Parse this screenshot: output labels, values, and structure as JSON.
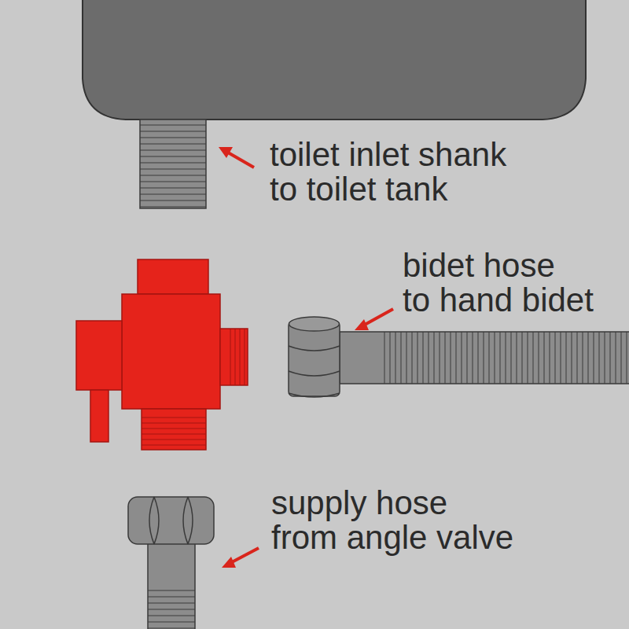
{
  "diagram": {
    "labels": [
      "toilet inlet shank to toilet tank",
      "bidet hose to hand bidet",
      "supply hose from angle valve"
    ]
  }
}
